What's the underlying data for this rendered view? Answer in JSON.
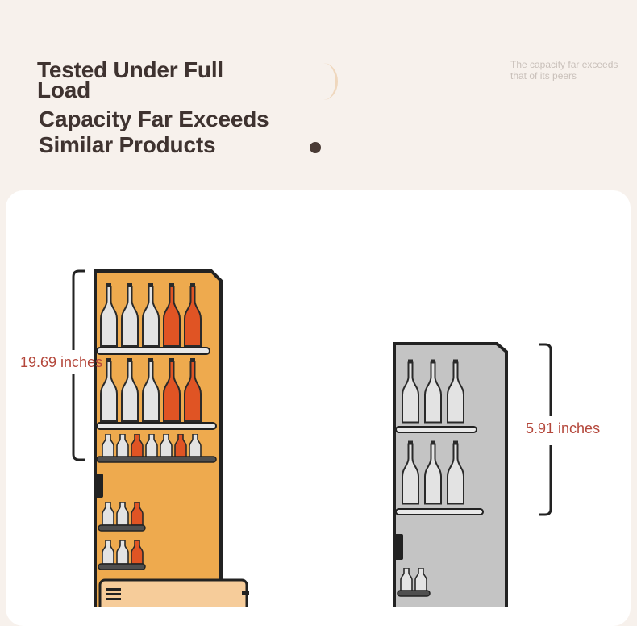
{
  "headline": {
    "line1": "Tested Under Full Load",
    "line2": "Capacity Far Exceeds Similar Products"
  },
  "side_note": "The capacity far exceeds that of its peers",
  "dimensions": {
    "left": "19.69 inches",
    "right": "5.91 inches"
  },
  "colors": {
    "background": "#f7f1ec",
    "heading": "#3f3330",
    "accent_label": "#b4473b",
    "cabinet_orange": "#eeaa4e",
    "cabinet_gray": "#c4c4c4",
    "bottle_white": "#e3e3e3",
    "bottle_orange": "#e05424"
  }
}
